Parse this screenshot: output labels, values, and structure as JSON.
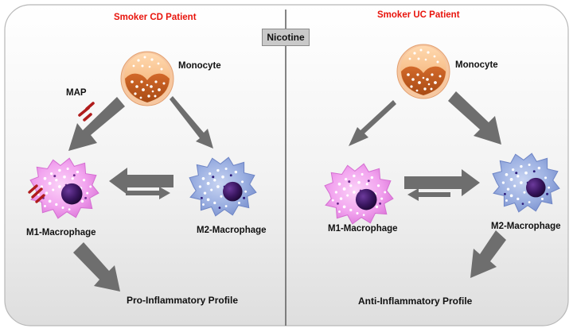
{
  "nicotine_label": "Nicotine",
  "left": {
    "title": "Smoker CD Patient",
    "monocyte": "Monocyte",
    "map": "MAP",
    "m1": "M1-Macrophage",
    "m2": "M2-Macrophage",
    "profile": "Pro-Inflammatory Profile"
  },
  "right": {
    "title": "Smoker UC Patient",
    "monocyte": "Monocyte",
    "m1": "M1-Macrophage",
    "m2": "M2-Macrophage",
    "profile": "Anti-Inflammatory Profile"
  },
  "colors": {
    "background_top": "#ffffff",
    "background_bottom": "#e2e2e2",
    "title_red": "#e8140c",
    "arrow_gray": "#6e6e6e",
    "monocyte_orange": "#c8601e",
    "m1_pink": "#f09af0",
    "m2_blue": "#8fa6dc",
    "nucleus_purple": "#3a1660",
    "map_red": "#b01c1c"
  }
}
